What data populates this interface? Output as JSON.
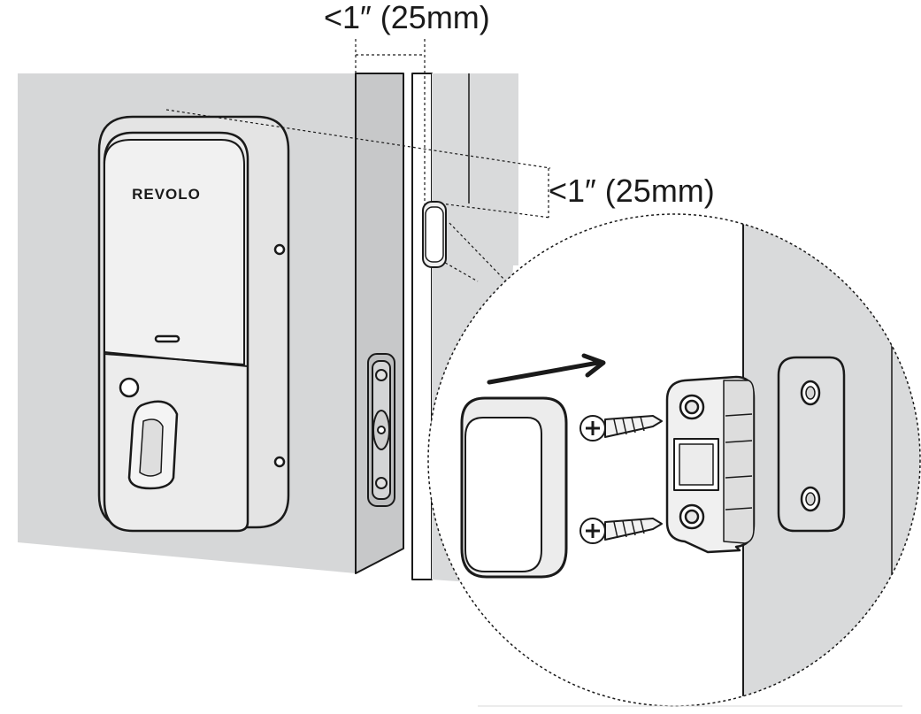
{
  "dimensions": {
    "horizontal_gap_label": "<1″ (25mm)",
    "vertical_offset_label": "<1″ (25mm)"
  },
  "lock": {
    "brand_text": "REVOLO"
  },
  "colors": {
    "wall": "#d6d7d8",
    "door_edge": "#c7c8c9",
    "jamb_face": "#dfe0e1",
    "lock_body": "#e8e8e8",
    "outline": "#1a1a1a",
    "circle_bg": "#ffffff"
  }
}
